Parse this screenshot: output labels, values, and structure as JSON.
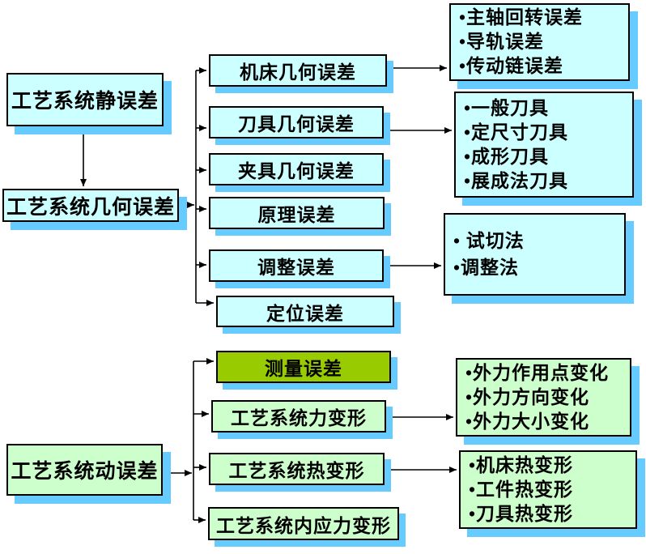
{
  "nodes": {
    "static": {
      "label": "工艺系统静误差"
    },
    "geometric": {
      "label": "工艺系统几何误差"
    },
    "dynamic": {
      "label": "工艺系统动误差"
    },
    "machine": {
      "label": "机床几何误差"
    },
    "tool": {
      "label": "刀具几何误差"
    },
    "fixture": {
      "label": "夹具几何误差"
    },
    "principle": {
      "label": "原理误差"
    },
    "adjust": {
      "label": "调整误差"
    },
    "locate": {
      "label": "定位误差"
    },
    "measure": {
      "label": "测量误差"
    },
    "force": {
      "label": "工艺系统力变形"
    },
    "thermal": {
      "label": "工艺系统热变形"
    },
    "stress": {
      "label": "工艺系统内应力变形"
    },
    "machine_detail": {
      "lines": [
        "•主轴回转误差",
        "•导轨误差",
        "•传动链误差"
      ]
    },
    "tool_detail": {
      "lines": [
        "•一般刀具",
        "•定尺寸刀具",
        "•成形刀具",
        "•展成法刀具"
      ]
    },
    "adjust_detail": {
      "lines": [
        "• 试切法",
        "•调整法"
      ]
    },
    "force_detail": {
      "lines": [
        "•外力作用点变化",
        "•外力方向变化",
        "•外力大小变化"
      ]
    },
    "thermal_detail": {
      "lines": [
        "•机床热变形",
        "•工件热变形",
        "•刀具热变形"
      ]
    }
  },
  "colors": {
    "box_cyan": "#CCFFFF",
    "box_green": "#CCFFCC",
    "box_olive": "#99CC00",
    "shadow_blue": "#66CCFF",
    "border": "#000000",
    "text": "#000000",
    "background": "#FFFFFF"
  }
}
